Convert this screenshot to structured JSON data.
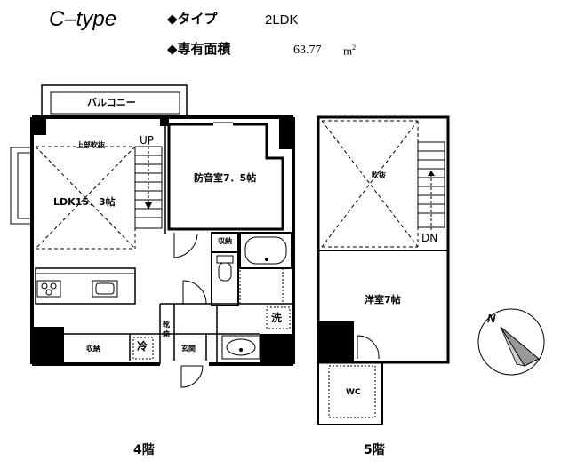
{
  "header": {
    "plan_type": "C–type",
    "type_label": "◆タイプ",
    "type_value": "2LDK",
    "area_label": "◆専有面積",
    "area_value": "63.77",
    "area_unit": "m",
    "area_unit_sup": "2"
  },
  "rooms_4f": {
    "balcony": "バルコニー",
    "upper_void": "上部吹抜",
    "up": "UP",
    "ldk": "LDK15．3帖",
    "soundproof": "防音室7．5帖",
    "closet_small": "収納",
    "storage": "収納",
    "fridge": "冷",
    "shoe_box": "靴箱",
    "entrance": "玄関",
    "washer": "洗"
  },
  "rooms_5f": {
    "void": "吹抜",
    "dn": "DN",
    "western_room": "洋室7帖",
    "wc": "WC"
  },
  "floors": {
    "fourth": "4階",
    "fifth": "5階"
  },
  "compass": {
    "north": "N"
  }
}
